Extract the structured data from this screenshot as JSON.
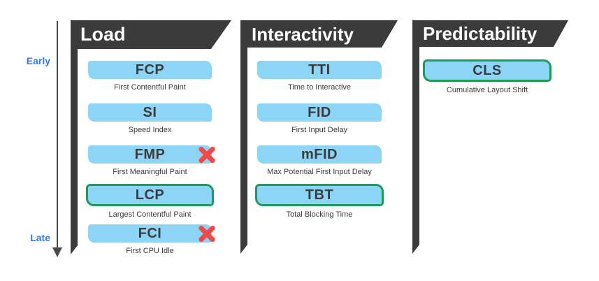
{
  "timeline": {
    "early_label": "Early",
    "late_label": "Late"
  },
  "columns": [
    {
      "title": "Load",
      "metrics": [
        {
          "abbr": "FCP",
          "name": "First Contentful Paint",
          "status": "normal"
        },
        {
          "abbr": "SI",
          "name": "Speed Index",
          "status": "normal"
        },
        {
          "abbr": "FMP",
          "name": "First Meaningful Paint",
          "status": "deprecated"
        },
        {
          "abbr": "LCP",
          "name": "Largest Contentful Paint",
          "status": "recommended"
        },
        {
          "abbr": "FCI",
          "name": "First CPU Idle",
          "status": "deprecated"
        }
      ]
    },
    {
      "title": "Interactivity",
      "metrics": [
        {
          "abbr": "TTI",
          "name": "Time to Interactive",
          "status": "normal"
        },
        {
          "abbr": "FID",
          "name": "First Input Delay",
          "status": "normal"
        },
        {
          "abbr": "mFID",
          "name": "Max Potential First Input Delay",
          "status": "normal"
        },
        {
          "abbr": "TBT",
          "name": "Total Blocking Time",
          "status": "recommended"
        }
      ]
    },
    {
      "title": "Predictability",
      "metrics": [
        {
          "abbr": "CLS",
          "name": "Cumulative Layout Shift",
          "status": "recommended"
        }
      ]
    }
  ],
  "icons": {
    "deprecated": "red-x-icon",
    "timeline": "down-arrow-icon"
  },
  "colors": {
    "header_dark": "#3b3b3b",
    "pill_blue": "#8dd5f6",
    "recommended_green": "#1b9c58",
    "deprecated_red": "#ef4a45",
    "timeline_label_blue": "#2e7bf5",
    "text_dark": "#3b3b3b"
  }
}
